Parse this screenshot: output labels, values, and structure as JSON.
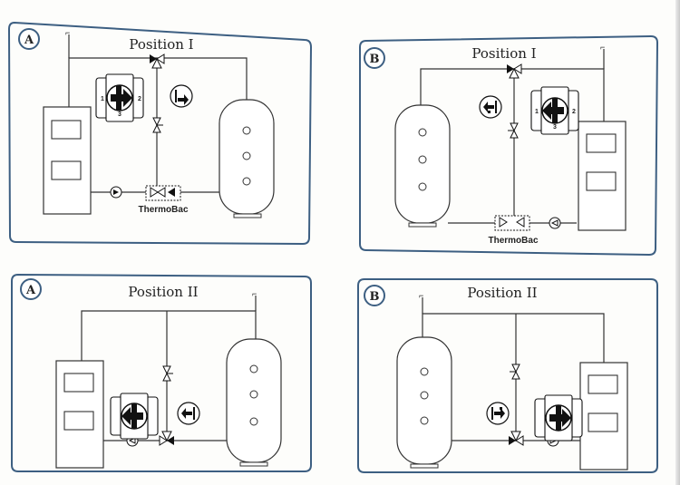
{
  "panels": [
    {
      "letter": "A",
      "title": "Position I",
      "label": "ThermoBac"
    },
    {
      "letter": "B",
      "title": "Position I",
      "label": "ThermoBac"
    },
    {
      "letter": "A",
      "title": "Position II"
    },
    {
      "letter": "B",
      "title": "Position II"
    }
  ],
  "valve_ports": {
    "p1": "1",
    "p2": "2",
    "p3": "3"
  },
  "colors": {
    "frame": "#3d5f82",
    "line": "#333333",
    "valve": "#111111"
  }
}
